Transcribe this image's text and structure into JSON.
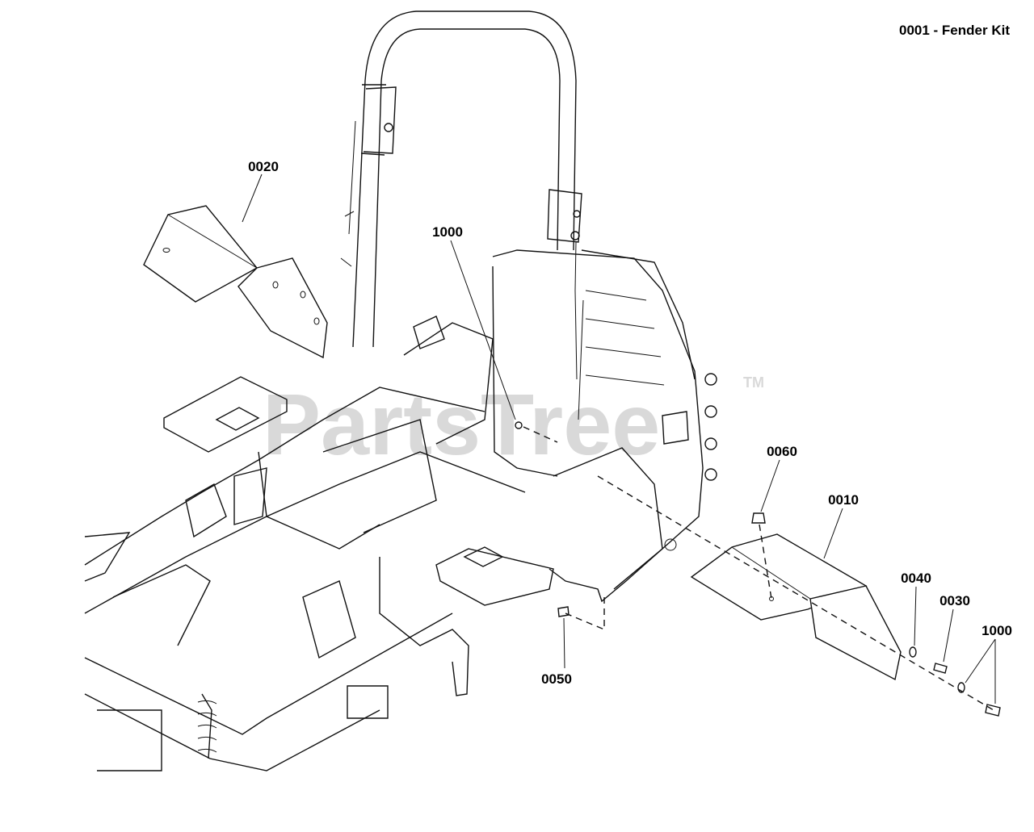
{
  "title": "0001 - Fender Kit",
  "watermark": {
    "text": "PartsTree",
    "trademark": "TM"
  },
  "callouts": [
    {
      "id": "c0020",
      "label": "0020"
    },
    {
      "id": "c1000a",
      "label": "1000"
    },
    {
      "id": "c0060",
      "label": "0060"
    },
    {
      "id": "c0010",
      "label": "0010"
    },
    {
      "id": "c0040",
      "label": "0040"
    },
    {
      "id": "c0030",
      "label": "0030"
    },
    {
      "id": "c1000b",
      "label": "1000"
    },
    {
      "id": "c0050",
      "label": "0050"
    }
  ]
}
